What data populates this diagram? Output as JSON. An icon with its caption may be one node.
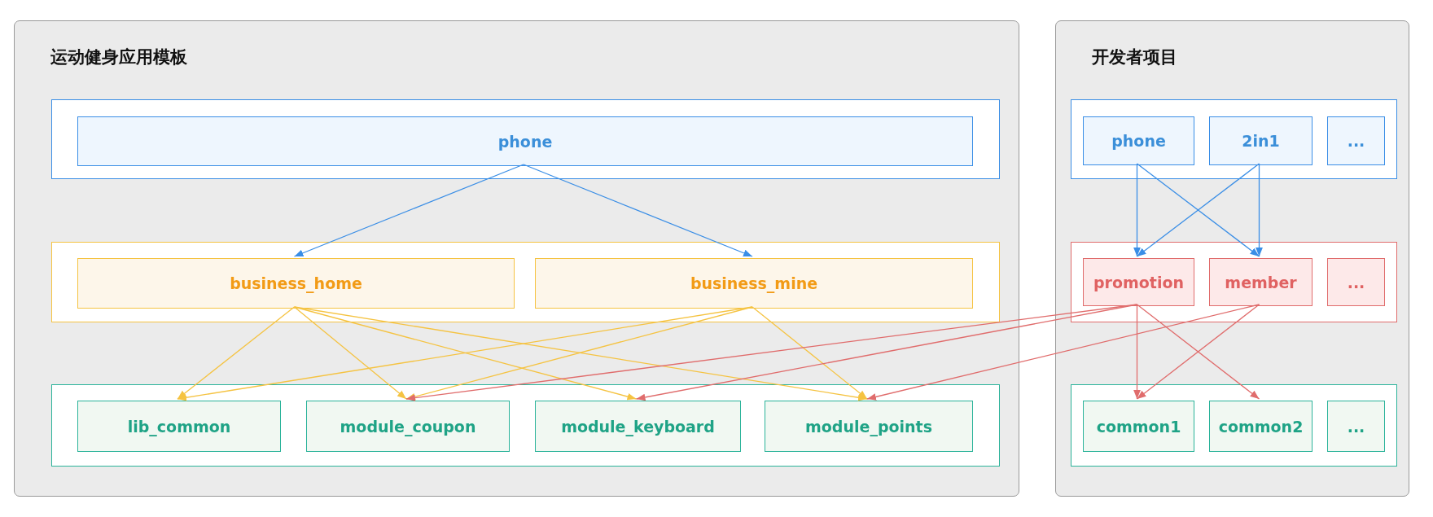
{
  "diagram": {
    "nodes": [
      {
        "text": [
          "运动健身应用模板"
        ]
      },
      {
        "text": [],
        "shape": "box",
        "in": 0
      },
      {
        "text": [
          "phone"
        ],
        "in": 1
      },
      {
        "text": [],
        "shape": "box",
        "in": 0
      },
      {
        "text": [
          "business_home"
        ],
        "in": 3
      },
      {
        "text": [
          "business_mine"
        ],
        "in": 3
      },
      {
        "text": [],
        "shape": "box",
        "in": 0
      },
      {
        "text": [
          "lib_common"
        ],
        "in": 6
      },
      {
        "text": [
          "module_coupon"
        ],
        "in": 6
      },
      {
        "text": [
          "module_keyboard"
        ],
        "in": 6
      },
      {
        "text": [
          "module_points"
        ],
        "in": 6
      },
      {
        "text": [
          "开发者项目"
        ]
      },
      {
        "text": [],
        "shape": "box",
        "in": 11
      },
      {
        "text": [
          "phone"
        ],
        "in": 12
      },
      {
        "text": [
          "2in1"
        ],
        "in": 12
      },
      {
        "text": [
          "..."
        ],
        "in": 12
      },
      {
        "text": [],
        "shape": "box",
        "in": 11
      },
      {
        "text": [
          "promotion"
        ],
        "in": 16
      },
      {
        "text": [
          "member"
        ],
        "in": 16
      },
      {
        "text": [
          "..."
        ],
        "in": 16
      },
      {
        "text": [],
        "shape": "box",
        "in": 11
      },
      {
        "text": [
          "common1"
        ],
        "in": 20
      },
      {
        "text": [
          "common2"
        ],
        "in": 20
      },
      {
        "text": [
          "..."
        ],
        "in": 20
      }
    ],
    "edges": [
      {
        "from": 2,
        "to": 4,
        "arrow": "to",
        "color": "#3a8ee6"
      },
      {
        "from": 2,
        "to": 5,
        "arrow": "to",
        "color": "#3a8ee6"
      },
      {
        "from": 4,
        "to": 7,
        "arrow": "to"
      },
      {
        "from": 4,
        "to": 8,
        "arrow": "to"
      },
      {
        "from": 4,
        "to": 9,
        "arrow": "to"
      },
      {
        "from": 4,
        "to": 10,
        "arrow": "to"
      },
      {
        "from": 5,
        "to": 7,
        "arrow": "to"
      },
      {
        "from": 5,
        "to": 8,
        "arrow": "to"
      },
      {
        "from": 5,
        "to": 10,
        "arrow": "to"
      },
      {
        "from": 17,
        "to": 8,
        "arrow": "to",
        "color": "#e06c6c"
      },
      {
        "from": 17,
        "to": 9,
        "arrow": "to",
        "color": "#e06c6c"
      },
      {
        "from": 18,
        "to": 10,
        "arrow": "to",
        "color": "#e06c6c"
      },
      {
        "from": 13,
        "to": 17,
        "arrow": "to",
        "color": "#3a8ee6"
      },
      {
        "from": 13,
        "to": 18,
        "arrow": "to",
        "color": "#3a8ee6"
      },
      {
        "from": 14,
        "to": 17,
        "arrow": "to",
        "color": "#3a8ee6"
      },
      {
        "from": 14,
        "to": 18,
        "arrow": "to",
        "color": "#3a8ee6"
      },
      {
        "from": 17,
        "to": 21,
        "arrow": "to",
        "color": "#e06c6c"
      },
      {
        "from": 17,
        "to": 22,
        "arrow": "to",
        "color": "#e06c6c"
      },
      {
        "from": 18,
        "to": 21,
        "arrow": "to",
        "color": "#e06c6c"
      }
    ]
  }
}
